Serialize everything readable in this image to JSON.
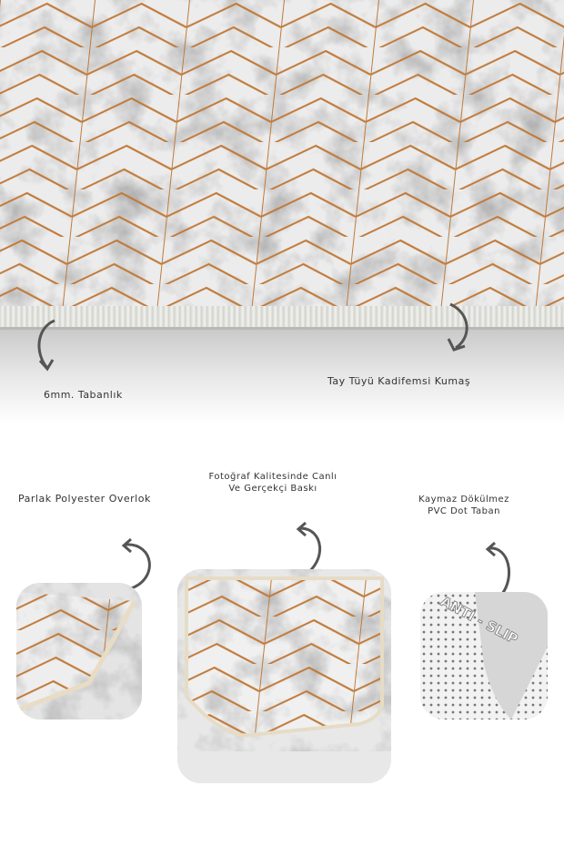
{
  "labels": {
    "base": "6mm. Tabanlık",
    "fabric": "Tay Tüyü Kadifemsi Kumaş",
    "overlock": "Parlak Polyester Overlok",
    "print_line1": "Fotoğraf Kalitesinde Canlı",
    "print_line2": "Ve Gerçekçi Baskı",
    "antislip_line1": "Kaymaz Dökülmez",
    "antislip_line2": "PVC Dot Taban",
    "antislip_stamp": "ANTI - SLIP"
  },
  "colors": {
    "copper": "#c07a3a",
    "marble": "#e9e9e9",
    "vein": "#6e6e6e"
  }
}
